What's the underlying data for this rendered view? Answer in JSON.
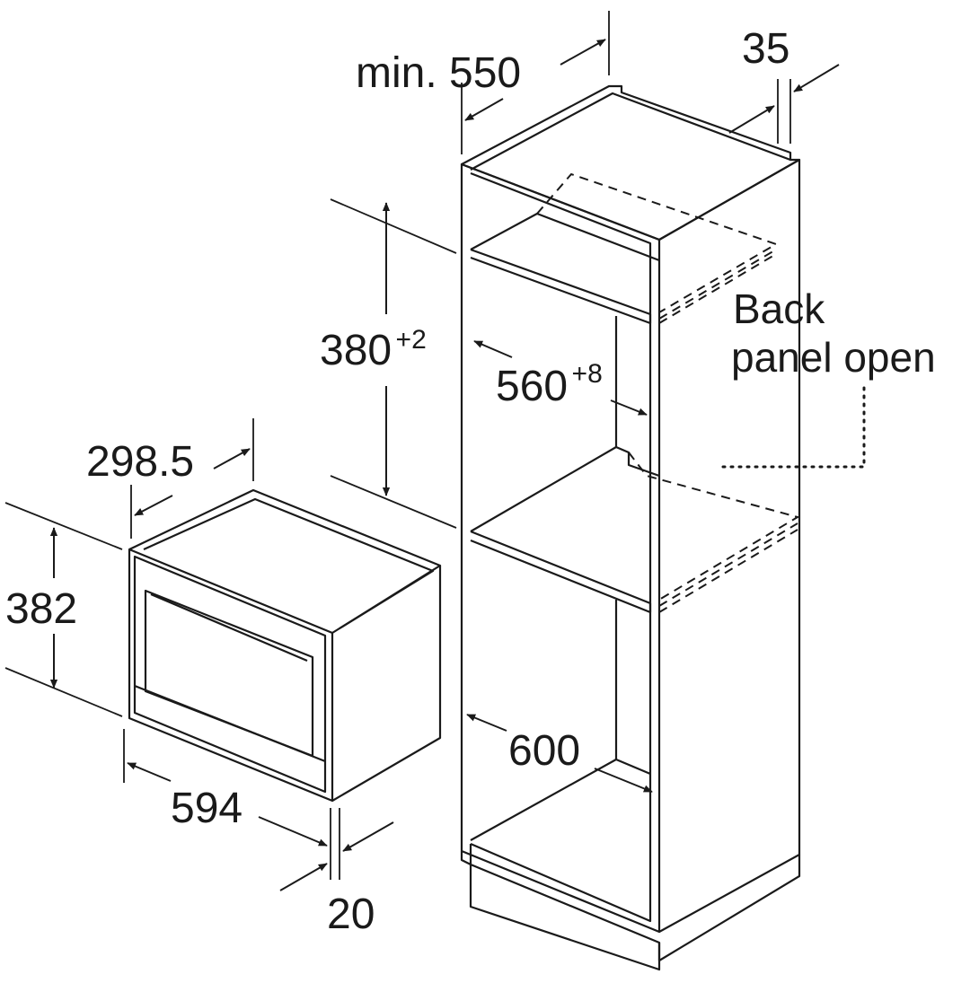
{
  "diagram": {
    "colors": {
      "line": "#1a1a1a",
      "background": "#ffffff"
    },
    "dimensions": {
      "cabinet_depth": "min. 550",
      "gap_top": "35",
      "niche_height": {
        "base": "380",
        "tolerance": "+2"
      },
      "niche_width": {
        "base": "560",
        "tolerance": "+8"
      },
      "cabinet_width": "600",
      "appliance_depth": "298.5",
      "appliance_height": "382",
      "appliance_width": "594",
      "appliance_front_depth": "20"
    },
    "notes": {
      "back_panel_line1": "Back",
      "back_panel_line2": "panel open"
    }
  }
}
